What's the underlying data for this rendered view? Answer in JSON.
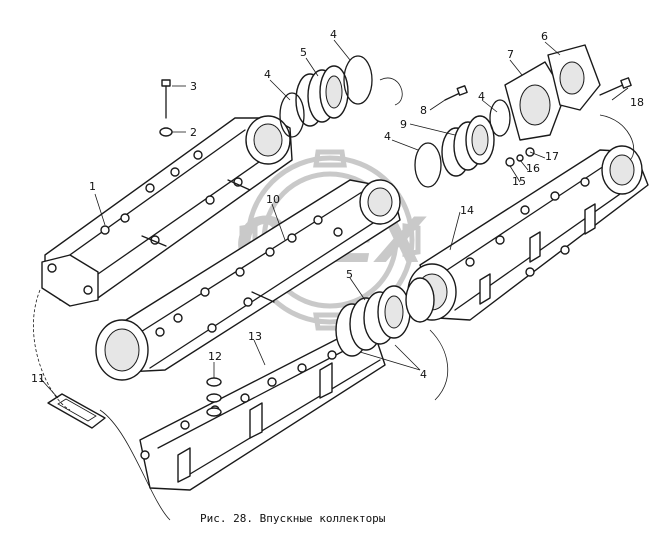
{
  "caption": "Рис. 28. Впускные коллекторы",
  "watermark": "OPEX",
  "callouts": {
    "c1": "1",
    "c2": "2",
    "c3": "3",
    "c4a": "4",
    "c4b": "4",
    "c4c": "4",
    "c4d": "4",
    "c4e": "4",
    "c5a": "5",
    "c5b": "5",
    "c6": "6",
    "c7": "7",
    "c8": "8",
    "c9": "9",
    "c10": "10",
    "c11": "11",
    "c12": "12",
    "c13": "13",
    "c14": "14",
    "c15": "15",
    "c16": "16",
    "c17": "17",
    "c18": "18"
  }
}
